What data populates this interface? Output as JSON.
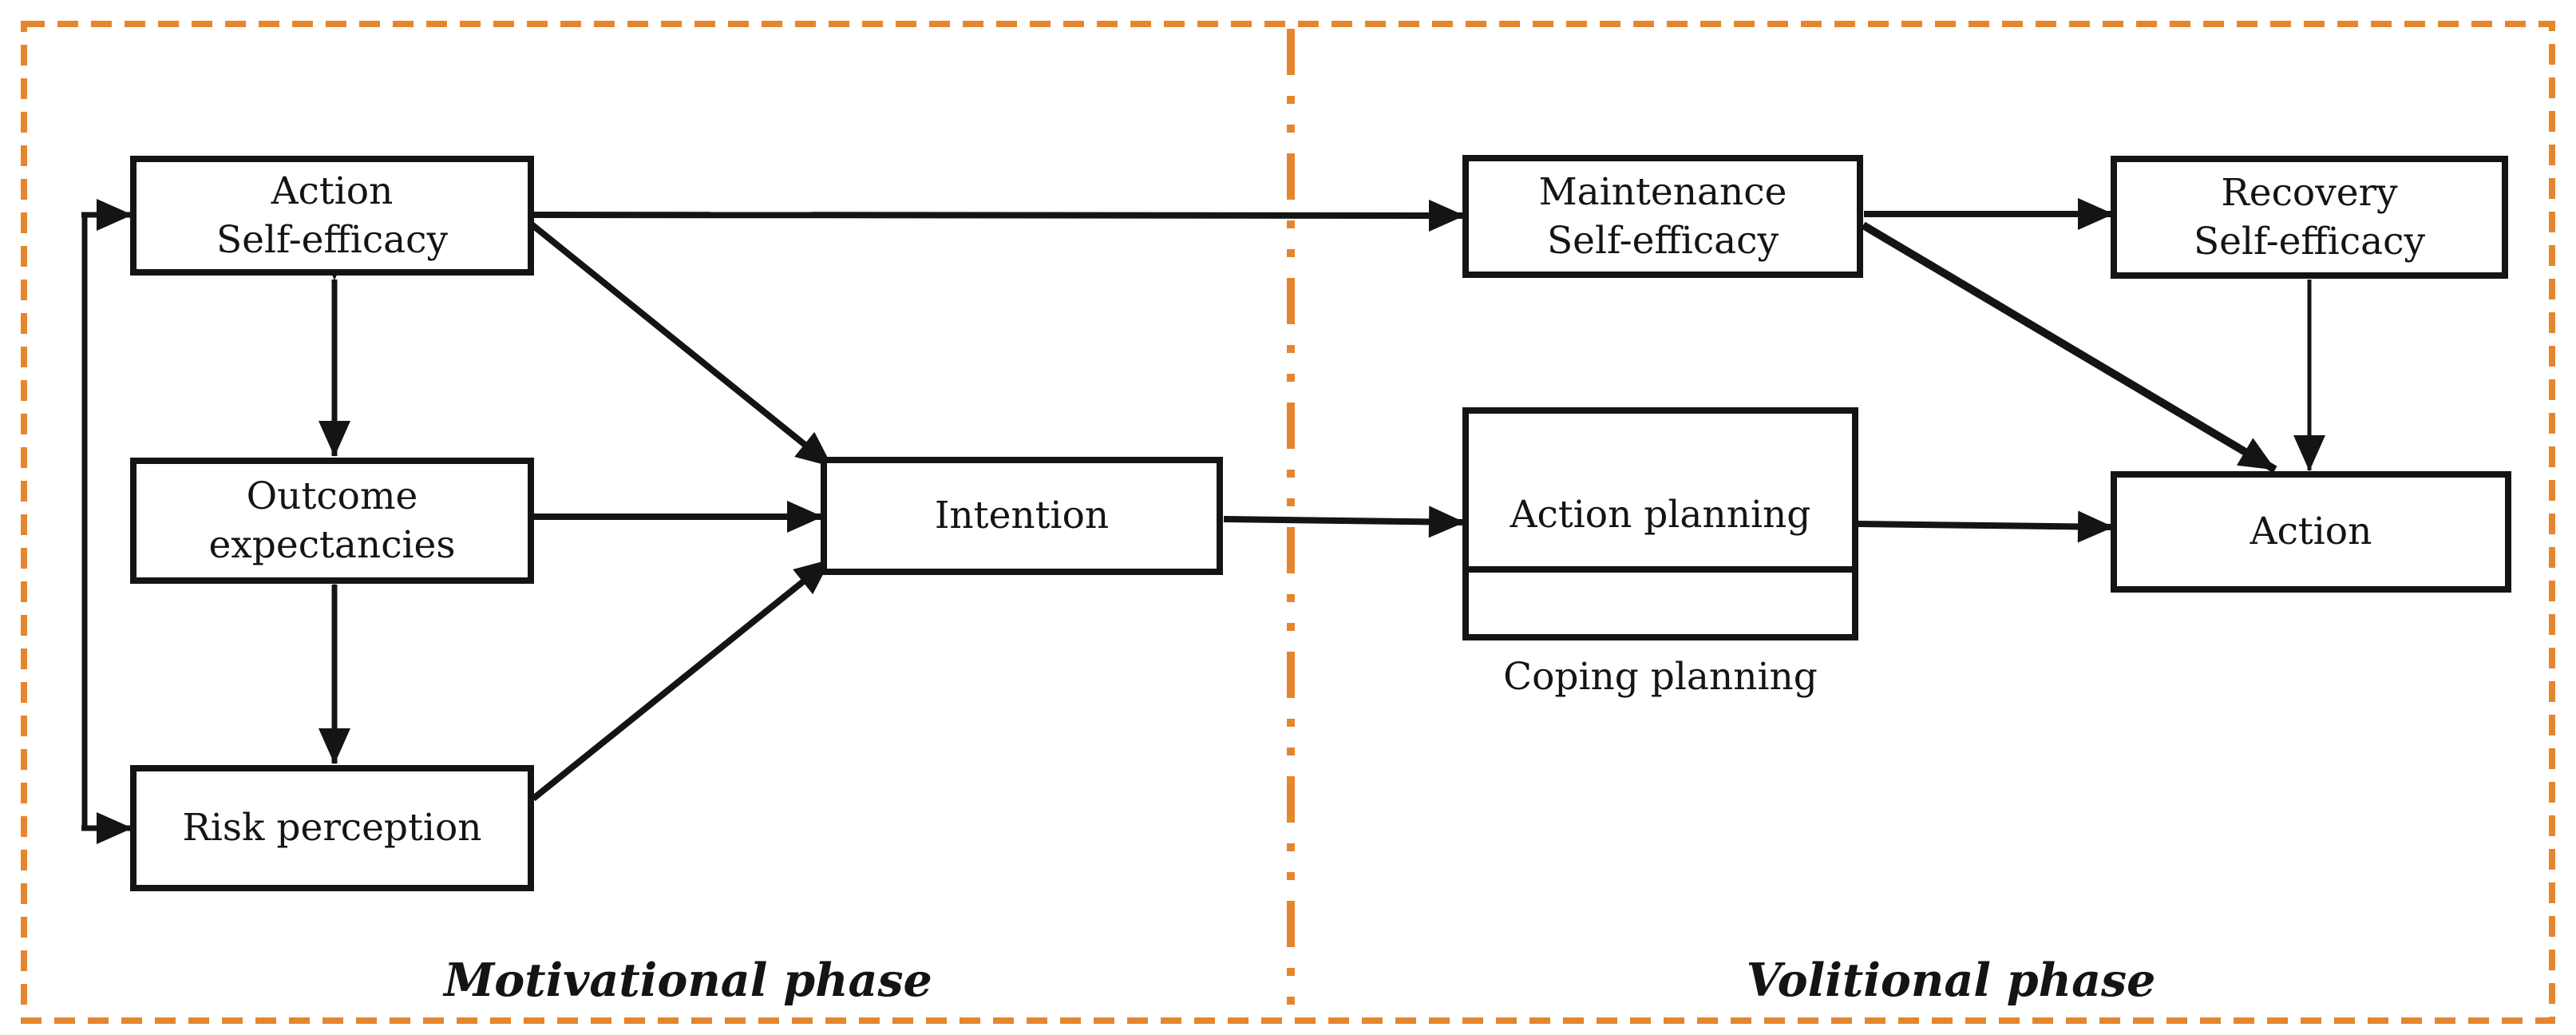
{
  "colors": {
    "phase_border": "#E5862F",
    "line": "#141414",
    "box_fill": "#FFFFFF",
    "text": "#141414",
    "bg": "#FFFFFF"
  },
  "boxes": {
    "action_self_efficacy": "Action\nSelf-efficacy",
    "outcome_expectancies": "Outcome\nexpectancies",
    "risk_perception": "Risk perception",
    "intention": "Intention",
    "maintenance_self_efficacy": "Maintenance\nSelf-efficacy",
    "recovery_self_efficacy": "Recovery\nSelf-efficacy",
    "planning": {
      "action": "Action planning",
      "coping": "Coping planning"
    },
    "action": "Action"
  },
  "phase_labels": {
    "motivational": "Motivational phase",
    "volitional": "Volitional phase"
  }
}
